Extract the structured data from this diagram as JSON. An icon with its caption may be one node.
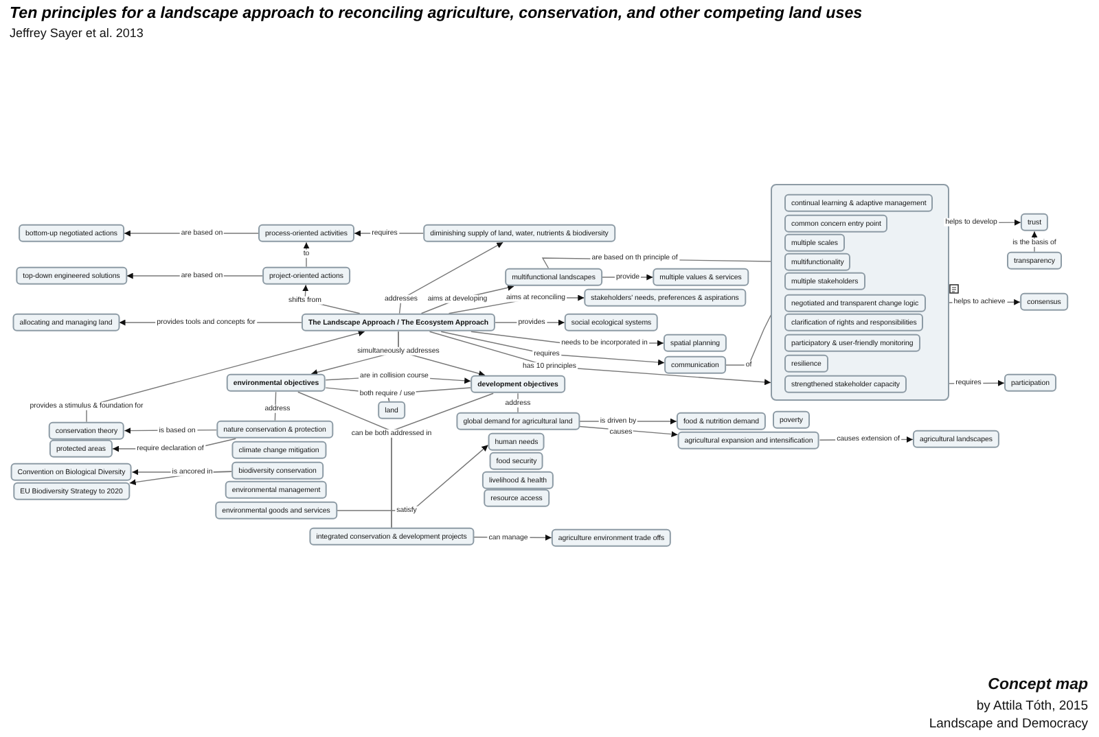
{
  "diagram": {
    "title": "Ten principles for a landscape approach to reconciling agriculture, conservation, and other competing land uses",
    "nodes": [
      {
        "text": [
          "bottom-up negotiated actions"
        ]
      },
      {
        "text": [
          "process-oriented activities"
        ]
      },
      {
        "text": [
          "diminishing supply of land, water, nutrients & biodiversity"
        ]
      },
      {
        "text": [
          "top-down engineered solutions"
        ]
      },
      {
        "text": [
          "project-oriented actions"
        ]
      },
      {
        "text": [
          "allocating and managing land"
        ]
      },
      {
        "text": [
          "The Landscape Approach / The Ecosystem Approach"
        ]
      },
      {
        "text": [
          "multifunctional landscapes"
        ]
      },
      {
        "text": [
          "multiple values & services"
        ]
      },
      {
        "text": [
          "stakeholders' needs, preferences & aspirations"
        ]
      },
      {
        "text": [
          "social ecological systems"
        ]
      },
      {
        "text": [
          "spatial planning"
        ]
      },
      {
        "text": [
          "communication"
        ]
      },
      {
        "text": [],
        "shape": "box"
      },
      {
        "text": [
          "continual learning & adaptive management"
        ],
        "in": 13
      },
      {
        "text": [
          "common concern entry point"
        ],
        "in": 13
      },
      {
        "text": [
          "multiple scales"
        ],
        "in": 13
      },
      {
        "text": [
          "multifunctionality"
        ],
        "in": 13
      },
      {
        "text": [
          "multiple stakeholders"
        ],
        "in": 13
      },
      {
        "text": [
          "negotiated and transparent change logic"
        ],
        "in": 13
      },
      {
        "text": [
          "clarification of rights and responsibilities"
        ],
        "in": 13
      },
      {
        "text": [
          "participatory & user-friendly monitoring"
        ],
        "in": 13
      },
      {
        "text": [
          "resilience"
        ],
        "in": 13
      },
      {
        "text": [
          "strengthened stakeholder capacity"
        ],
        "in": 13
      },
      {
        "text": [
          "trust"
        ]
      },
      {
        "text": [
          "transparency"
        ]
      },
      {
        "text": [
          "consensus"
        ]
      },
      {
        "text": [
          "participation"
        ]
      },
      {
        "text": [
          "environmental objectives"
        ]
      },
      {
        "text": [
          "development objectives"
        ]
      },
      {
        "text": [
          "land"
        ]
      },
      {
        "text": [
          "conservation theory"
        ]
      },
      {
        "text": [
          "nature conservation & protection"
        ]
      },
      {
        "text": [
          "protected areas"
        ]
      },
      {
        "text": [
          "climate change mitigation"
        ]
      },
      {
        "text": [
          "Convention on Biological Diversity"
        ]
      },
      {
        "text": [
          "biodiversity conservation"
        ]
      },
      {
        "text": [
          "EU Biodiversity Strategy to 2020"
        ]
      },
      {
        "text": [
          "environmental management"
        ]
      },
      {
        "text": [
          "environmental goods and services"
        ]
      },
      {
        "text": [
          "integrated conservation & development projects"
        ]
      },
      {
        "text": [
          "global demand for agricultural land"
        ]
      },
      {
        "text": [
          "human needs"
        ]
      },
      {
        "text": [
          "food security"
        ]
      },
      {
        "text": [
          "livelihood & health"
        ]
      },
      {
        "text": [
          "resource access"
        ]
      },
      {
        "text": [
          "agriculture environment trade offs"
        ]
      },
      {
        "text": [
          "food & nutrition demand"
        ]
      },
      {
        "text": [
          "poverty"
        ]
      },
      {
        "text": [
          "agricultural expansion and intensification"
        ]
      },
      {
        "text": [
          "agricultural landscapes"
        ]
      }
    ],
    "edges": [
      {
        "from": 1,
        "to": 0,
        "arrow": "to",
        "label": "are based on"
      },
      {
        "from": 2,
        "to": 1,
        "arrow": "to",
        "label": "requires"
      },
      {
        "from": 4,
        "to": 1,
        "arrow": "to",
        "label": "to"
      },
      {
        "from": 4,
        "to": 3,
        "arrow": "to",
        "label": "are based on"
      },
      {
        "from": 6,
        "to": 4,
        "arrow": "to",
        "label": "shifts from"
      },
      {
        "from": 6,
        "to": 5,
        "arrow": "to",
        "label": "provides tools and concepts for"
      },
      {
        "from": 6,
        "to": 2,
        "arrow": "to",
        "label": "addresses"
      },
      {
        "from": 6,
        "to": 7,
        "arrow": "to",
        "label": "aims at developing"
      },
      {
        "from": 7,
        "to": 8,
        "arrow": "to",
        "label": "provide"
      },
      {
        "from": 6,
        "to": 9,
        "arrow": "to",
        "label": "aims at reconciling"
      },
      {
        "from": 6,
        "to": 10,
        "arrow": "to",
        "label": "provides"
      },
      {
        "from": 6,
        "to": 11,
        "arrow": "to",
        "label": "needs to be incorporated in"
      },
      {
        "from": 6,
        "to": 12,
        "arrow": "to",
        "label": "requires"
      },
      {
        "from": 6,
        "to": 13,
        "arrow": "to",
        "label": "has 10 principles"
      },
      {
        "from": 6,
        "to": 28,
        "arrow": "to",
        "label": "simultaneously addresses"
      },
      {
        "from": 6,
        "to": 29,
        "arrow": "to"
      },
      {
        "from": 7,
        "to": 17,
        "arrow": "to",
        "label": "are based on th principle of"
      },
      {
        "from": 12,
        "to": 18,
        "arrow": "to",
        "label": "of"
      },
      {
        "from": 15,
        "to": 24,
        "arrow": "to",
        "label": "helps to develop"
      },
      {
        "from": 25,
        "to": 24,
        "arrow": "to",
        "label": "is the basis of"
      },
      {
        "from": 19,
        "to": 26,
        "arrow": "to",
        "label": "helps to achieve"
      },
      {
        "from": 23,
        "to": 27,
        "arrow": "to",
        "label": "requires"
      },
      {
        "from": 28,
        "to": 29,
        "arrow": "to",
        "label": "are in collision course"
      },
      {
        "from": 28,
        "to": 30,
        "arrow": "none",
        "label": "both require / use"
      },
      {
        "from": 29,
        "to": 30,
        "arrow": "none"
      },
      {
        "from": 28,
        "to": 40,
        "arrow": "none",
        "label": "can be both addressed in"
      },
      {
        "from": 29,
        "to": 40,
        "arrow": "none"
      },
      {
        "from": 28,
        "to": 32,
        "arrow": "none",
        "label": "address"
      },
      {
        "from": 29,
        "to": 41,
        "arrow": "none",
        "label": "address"
      },
      {
        "from": 32,
        "to": 31,
        "arrow": "to",
        "label": "is based on"
      },
      {
        "from": 32,
        "to": 33,
        "arrow": "to",
        "label": "require declaration of"
      },
      {
        "from": 36,
        "to": 35,
        "arrow": "to",
        "label": "is ancored in"
      },
      {
        "from": 36,
        "to": 37,
        "arrow": "to"
      },
      {
        "from": 31,
        "to": 6,
        "arrow": "to",
        "label": "provides a stimulus & foundation for"
      },
      {
        "from": 41,
        "to": 47,
        "arrow": "to",
        "label": "is driven by"
      },
      {
        "from": 41,
        "to": 49,
        "arrow": "to",
        "label": "causes"
      },
      {
        "from": 49,
        "to": 50,
        "arrow": "to",
        "label": "causes extension of"
      },
      {
        "from": 40,
        "to": 46,
        "arrow": "to",
        "label": "can manage"
      },
      {
        "from": 39,
        "to": 42,
        "arrow": "to",
        "label": "satisfy"
      }
    ],
    "labels": [
      "Jeffrey Sayer et al. 2013",
      "Concept map",
      "by Attila Tóth, 2015",
      "Landscape and Democracy"
    ]
  }
}
